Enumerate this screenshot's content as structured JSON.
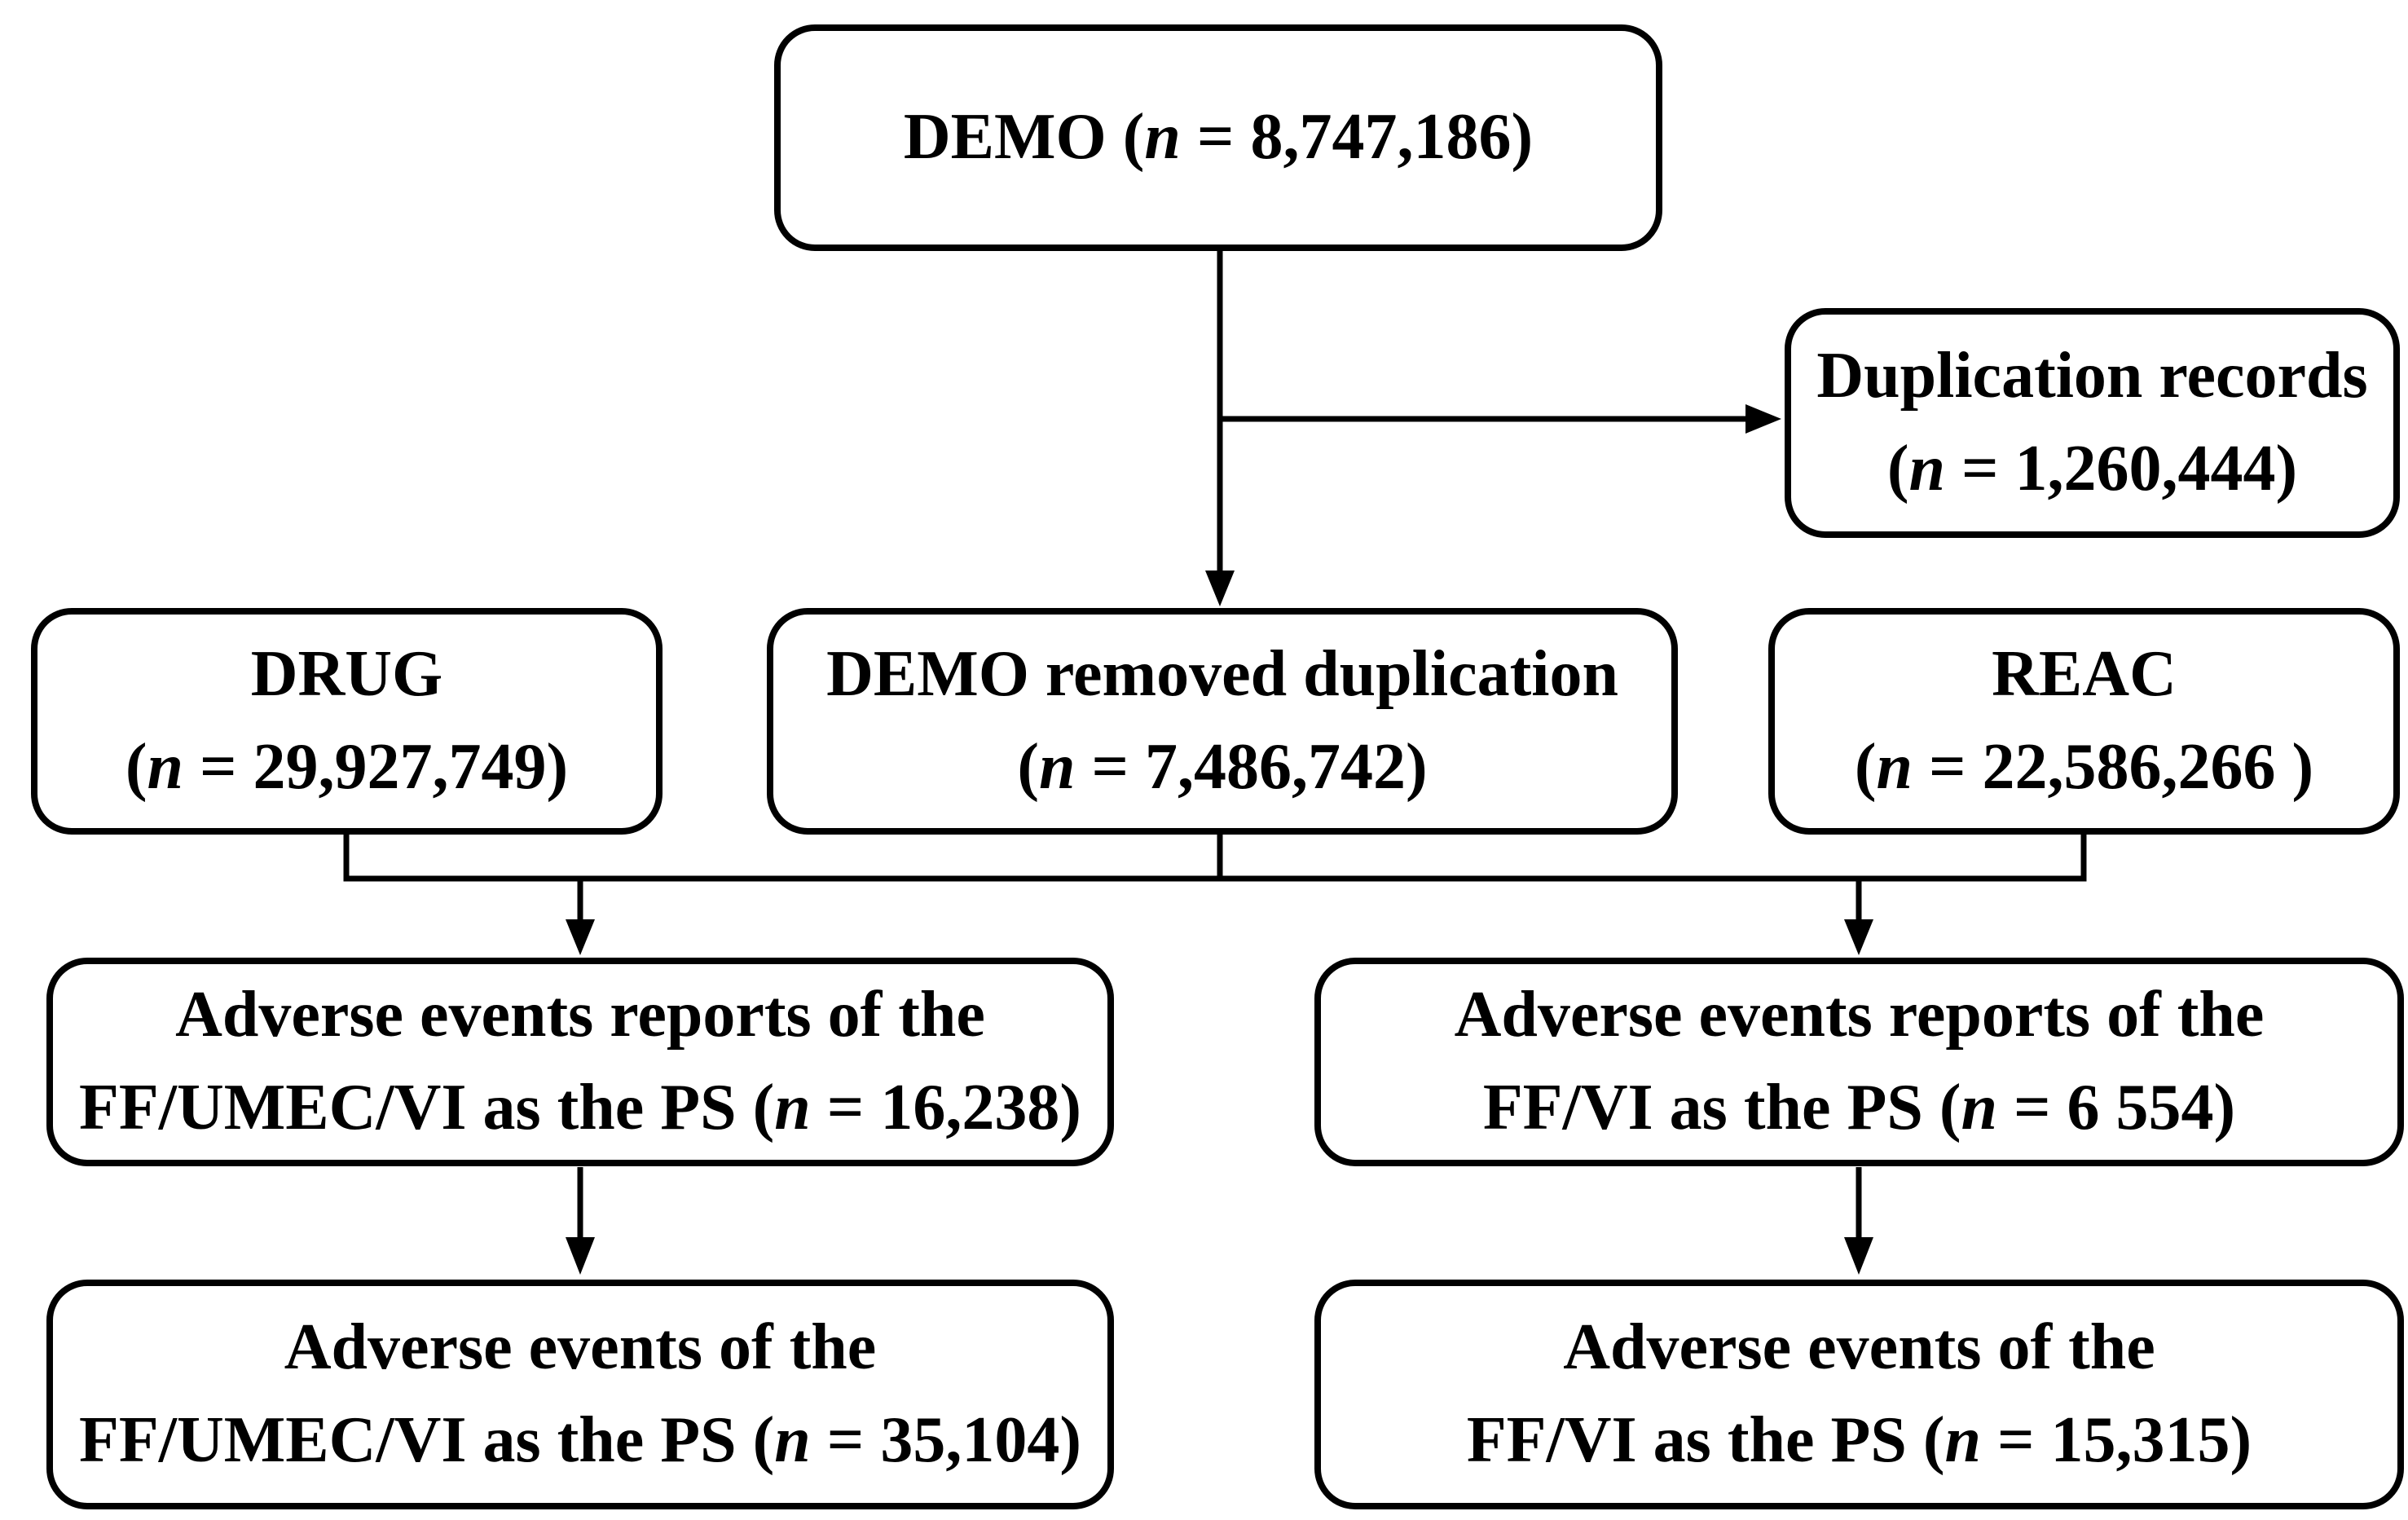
{
  "figure": {
    "type": "flowchart",
    "background_color": "#ffffff",
    "line_color": "#000000",
    "text_color": "#000000"
  },
  "nodes": {
    "demo": {
      "line1_pre": "DEMO (",
      "n": "n",
      "line1_post": " = 8,747,186)"
    },
    "duplication": {
      "line1": "Duplication records",
      "paren_pre": "(",
      "n": "n",
      "paren_post": " = 1,260,444)"
    },
    "drug": {
      "line1": "DRUG",
      "paren_pre": "(",
      "n": "n",
      "paren_post": " = 29,927,749)"
    },
    "demo_dedup": {
      "line1": "DEMO removed duplication",
      "paren_pre": "(",
      "n": "n",
      "paren_post": " = 7,486,742)"
    },
    "reac": {
      "line1": "REAC",
      "paren_pre": "(",
      "n": "n",
      "paren_post": " = 22,586,266 )"
    },
    "ae_reports_ff_umec_vi": {
      "line1": "Adverse events reports of the",
      "line2_pre": "FF/UMEC/VI as the PS (",
      "n": "n",
      "line2_post": " = 16,238)"
    },
    "ae_reports_ff_vi": {
      "line1": "Adverse events reports of the",
      "line2_pre": "FF/VI as the PS (",
      "n": "n",
      "line2_post": " = 6 554)"
    },
    "ae_ff_umec_vi": {
      "line1": "Adverse events of the",
      "line2_pre": "FF/UMEC/VI as the PS (",
      "n": "n",
      "line2_post": " = 35,104)"
    },
    "ae_ff_vi": {
      "line1": "Adverse events of the",
      "line2_pre": "FF/VI as the PS (",
      "n": "n",
      "line2_post": " = 15,315)"
    }
  },
  "edges": [
    {
      "from": "demo",
      "to": "demo_dedup",
      "arrow": true
    },
    {
      "from": "demo",
      "to": "duplication",
      "arrow": true
    },
    {
      "from": "drug",
      "to": "bus",
      "arrow": false
    },
    {
      "from": "demo_dedup",
      "to": "bus",
      "arrow": false
    },
    {
      "from": "reac",
      "to": "bus",
      "arrow": false
    },
    {
      "from": "bus",
      "to": "ae_reports_ff_umec_vi",
      "arrow": true
    },
    {
      "from": "bus",
      "to": "ae_reports_ff_vi",
      "arrow": true
    },
    {
      "from": "ae_reports_ff_umec_vi",
      "to": "ae_ff_umec_vi",
      "arrow": true
    },
    {
      "from": "ae_reports_ff_vi",
      "to": "ae_ff_vi",
      "arrow": true
    }
  ]
}
